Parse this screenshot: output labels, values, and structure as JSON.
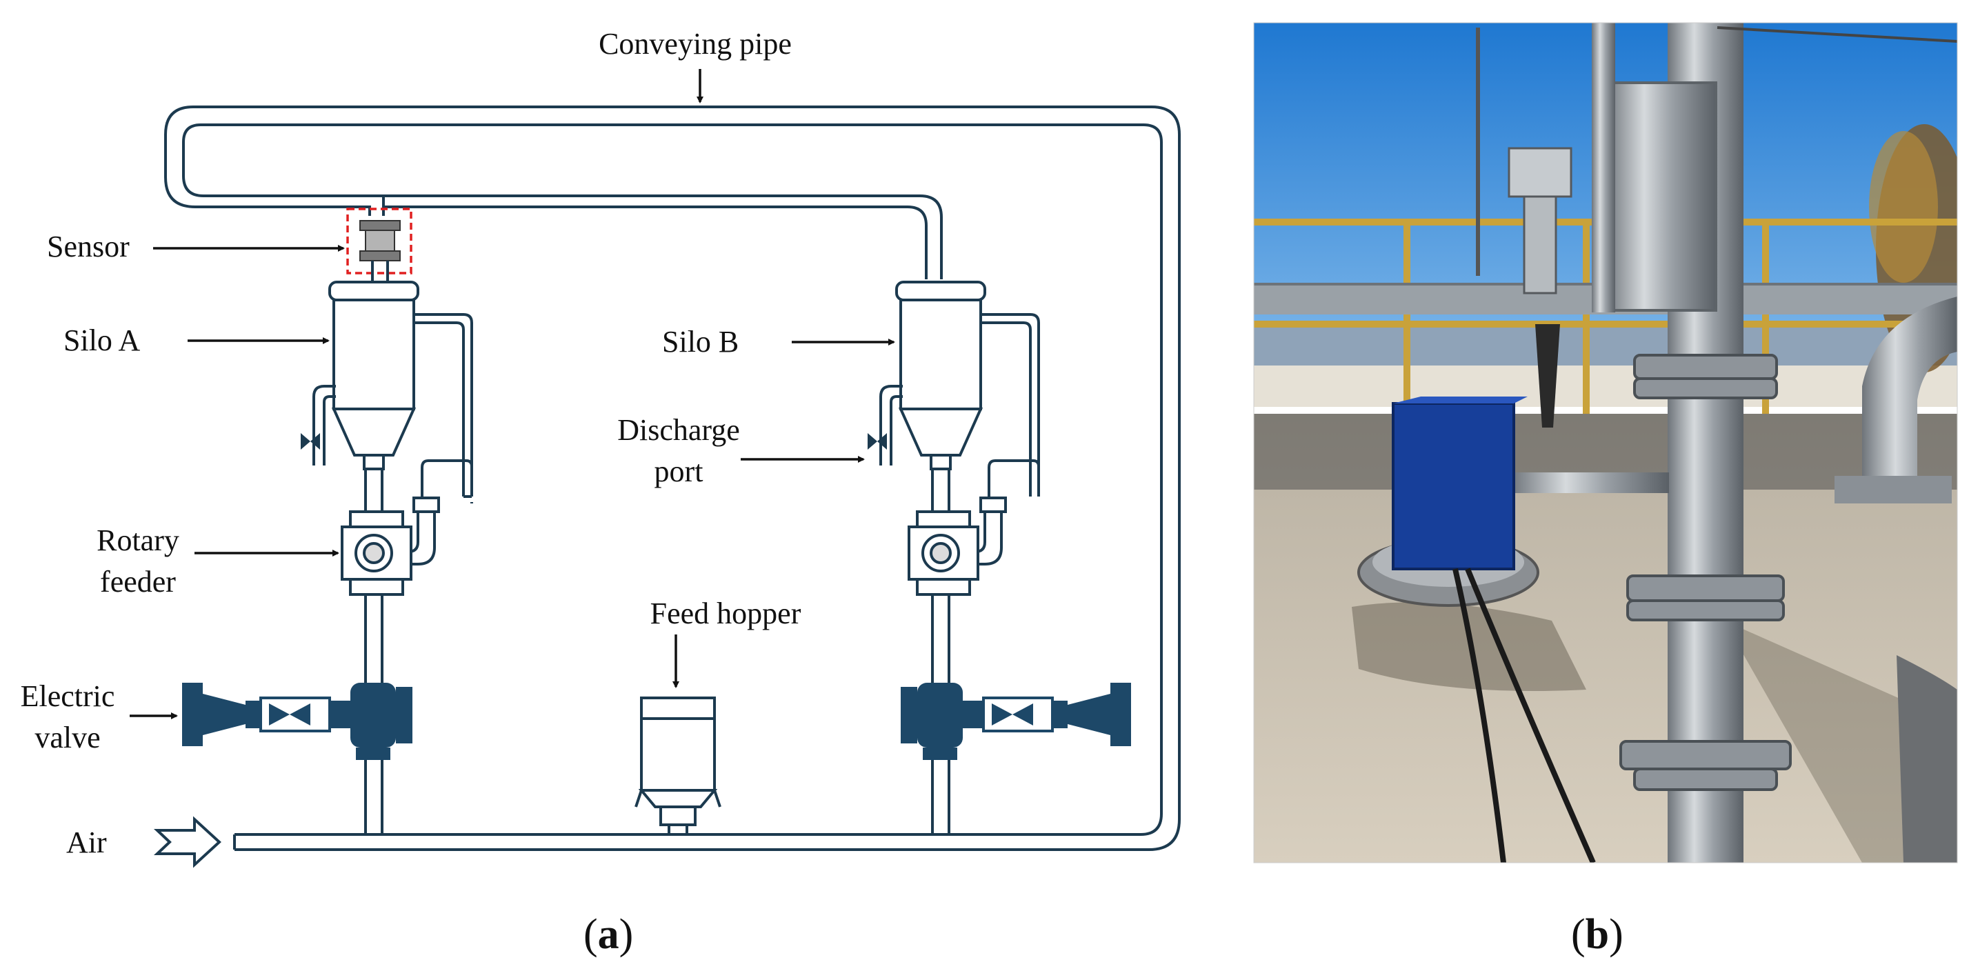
{
  "labels": {
    "conveying_pipe": "Conveying pipe",
    "sensor": "Sensor",
    "silo_a": "Silo A",
    "silo_b": "Silo B",
    "discharge_port_1": "Discharge",
    "discharge_port_2": "port",
    "rotary_feeder_1": "Rotary",
    "rotary_feeder_2": "feeder",
    "feed_hopper": "Feed hopper",
    "electric_valve_1": "Electric",
    "electric_valve_2": "valve",
    "air": "Air"
  },
  "captions": {
    "a": "a",
    "b": "b",
    "open": "(",
    "close": ")"
  },
  "colors": {
    "pipe": "#1c3a4f",
    "valve": "#1d4868",
    "sensor_box": "#e02020",
    "sky": "#2f86d8",
    "ground": "#c9bfae",
    "steel": "#a7adb3",
    "blue_box": "#173f9a"
  }
}
